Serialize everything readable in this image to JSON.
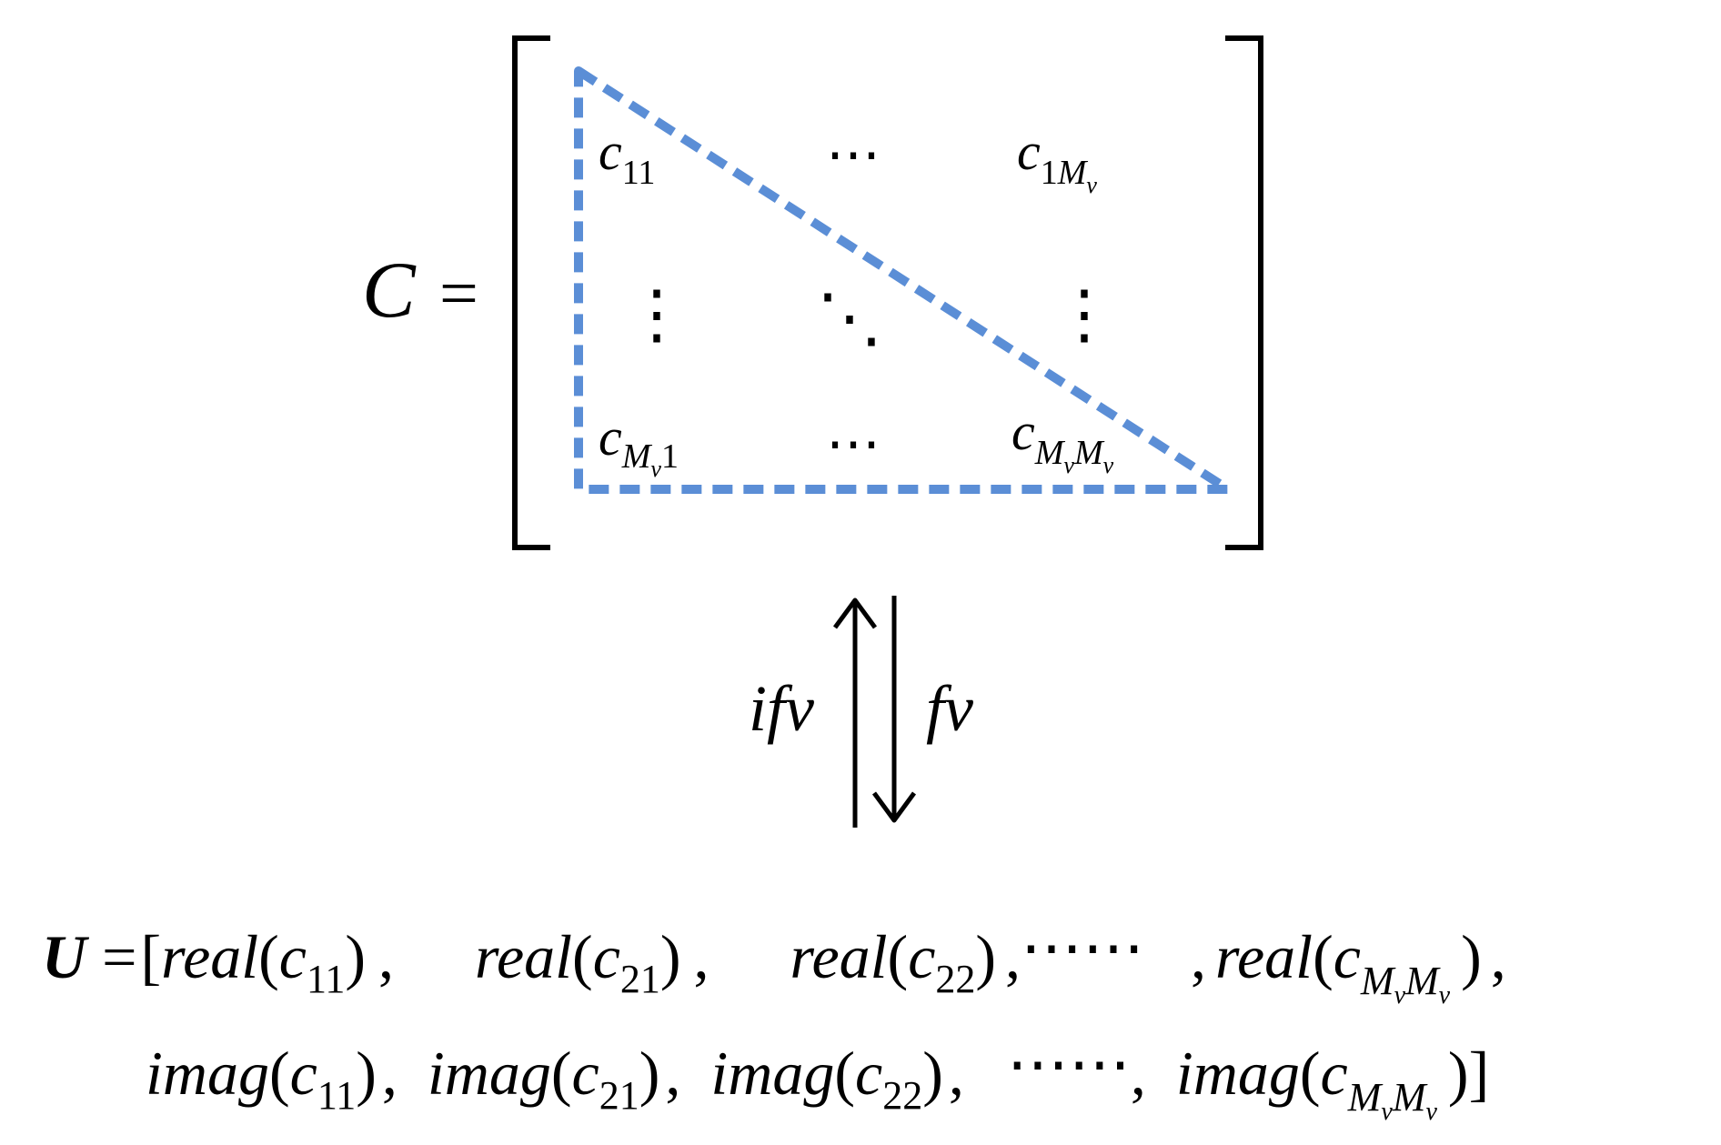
{
  "matrix": {
    "lhs": "C",
    "eq": "=",
    "entries": {
      "top_left": {
        "base": "c",
        "sub": "11"
      },
      "top_mid": "⋯",
      "top_right": {
        "base": "c",
        "sub_pre": "1",
        "sub_main": "M",
        "sub_sub": "v"
      },
      "mid_left": "⋮",
      "mid_mid": "⋱",
      "mid_right": "⋮",
      "bot_left": {
        "base": "c",
        "sub_main": "M",
        "sub_sub": "v",
        "sub_post": "1"
      },
      "bot_mid": "⋯",
      "bot_right": {
        "base": "c",
        "sub_main1": "M",
        "sub_sub1": "v",
        "sub_main2": "M",
        "sub_sub2": "v"
      }
    },
    "triangle_color": "#5B8ED6"
  },
  "arrows": {
    "up_label": "ifv",
    "down_label": "fv"
  },
  "vector": {
    "lhs": "U",
    "eq": "=",
    "open": "[",
    "close": "]",
    "real_fn": "real",
    "imag_fn": "imag",
    "c": "c",
    "sub11": "11",
    "sub21": "21",
    "sub22": "22",
    "sub_M": "M",
    "sub_v": "v",
    "ellipsis": "⋯⋯",
    "comma": ","
  }
}
